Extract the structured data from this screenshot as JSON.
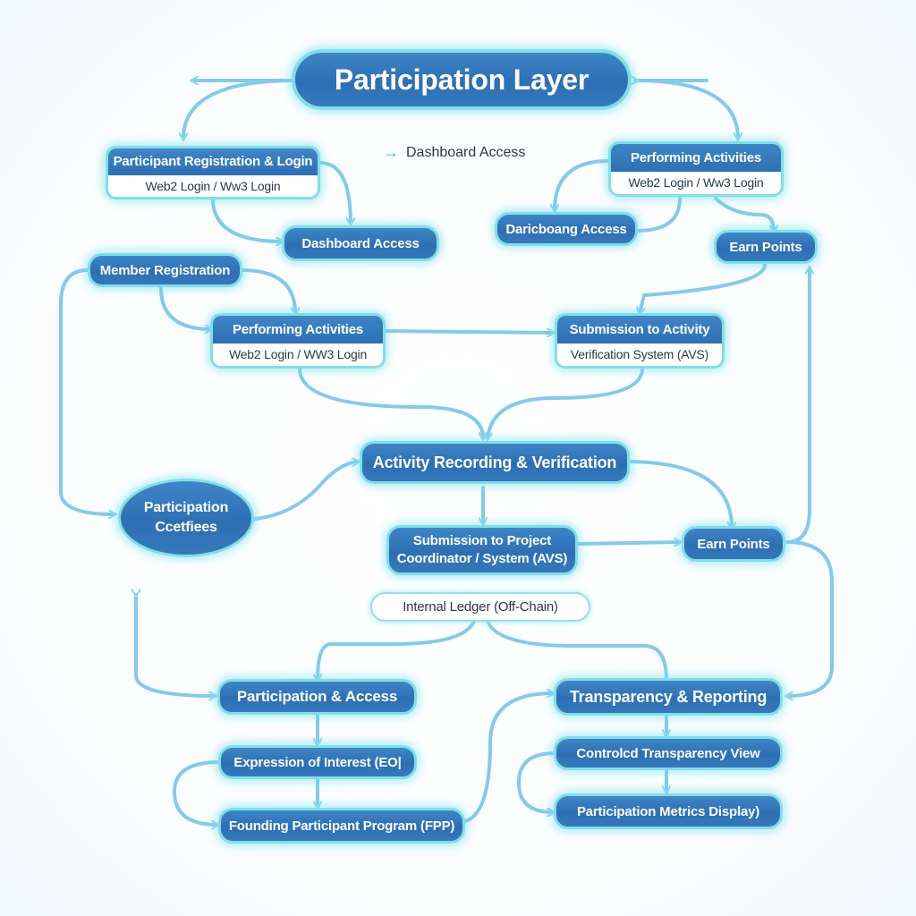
{
  "title": "Participation Layer",
  "floating_label": {
    "icon": "arrow-right-icon",
    "text": "Dashboard Access"
  },
  "colors": {
    "node_fill": "#2e6fb4",
    "node_fill_light": "#3d86c8",
    "node_border": "#7fe0e6",
    "connector": "#6cc3ea",
    "text_dark": "#2b3a48",
    "background": "#ffffff"
  },
  "nodes": {
    "participant_registration": {
      "title": "Participant Registration & Login",
      "subtitle": "Web2 Login / Ww3 Login"
    },
    "dashboard_access_left": {
      "label": "Dashboard Access"
    },
    "performing_activities_top": {
      "title": "Performing Activities",
      "subtitle": "Web2 Login / Ww3 Login"
    },
    "dashboard_access_right": {
      "label": "Daricboang Access"
    },
    "earn_points_top": {
      "label": "Earn Points"
    },
    "member_registration": {
      "label": "Member Registration"
    },
    "performing_activities_mid": {
      "title": "Performing Activities",
      "subtitle": "Web2 Login / WW3 Login"
    },
    "submission_activity": {
      "title": "Submission to Activity",
      "subtitle": "Verification System (AVS)"
    },
    "activity_recording": {
      "label": "Activity Recording & Verification"
    },
    "participation_certificates": {
      "line1": "Participation",
      "line2": "Ccetfiees"
    },
    "submission_project": {
      "line1": "Submission to Project",
      "line2": "Coordinator / System (AVS)"
    },
    "earn_points_mid": {
      "label": "Earn Points"
    },
    "internal_ledger": {
      "label": "Internal Ledger (Off-Chain)"
    },
    "participation_access": {
      "label": "Participation & Access"
    },
    "transparency_reporting": {
      "label": "Transparency & Reporting"
    },
    "expression_interest": {
      "label": "Expression of Interest (EO|"
    },
    "founding_program": {
      "label": "Founding Participant Program (FPP)"
    },
    "controlled_view": {
      "label": "Controlcd Transparency View"
    },
    "metrics_display": {
      "label": "Participation Metrics Display)"
    }
  }
}
